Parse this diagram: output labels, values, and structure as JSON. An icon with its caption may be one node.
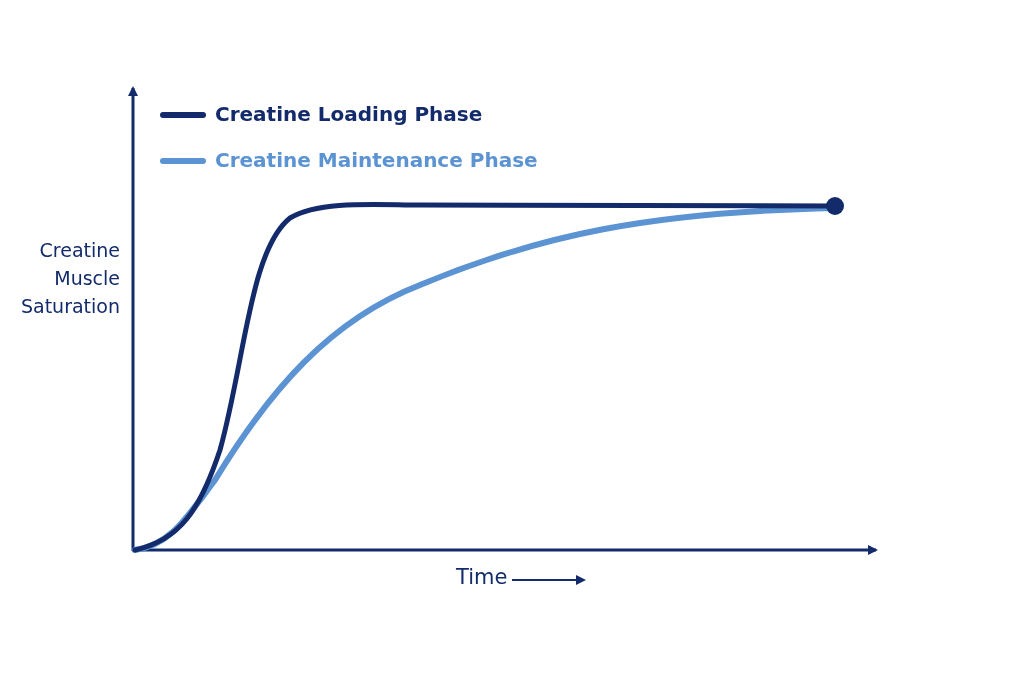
{
  "diagram": {
    "labels": [
      "Creatine Muscle Saturation",
      "Time"
    ],
    "legend": [
      {
        "text": "Creatine Loading Phase"
      },
      {
        "text": "Creatine Maintenance Phase"
      }
    ]
  }
}
